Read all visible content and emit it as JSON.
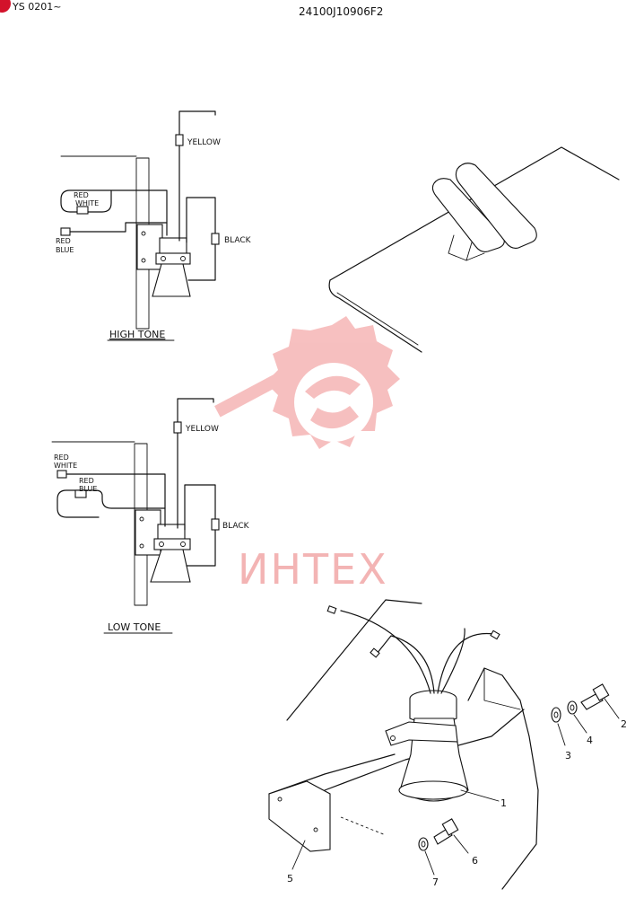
{
  "header": {
    "series_code": "YS 0201~",
    "part_number": "24100J10906F2"
  },
  "high_tone": {
    "title": "HIGH TONE",
    "wire_yellow": "YELLOW",
    "wire_black": "BLACK",
    "wire_red_white": [
      "RED",
      "WHITE"
    ],
    "wire_red_blue": [
      "RED",
      "BLUE"
    ]
  },
  "low_tone": {
    "title": "LOW TONE",
    "wire_yellow": "YELLOW",
    "wire_black": "BLACK",
    "wire_red_white": [
      "RED",
      "WHITE"
    ],
    "wire_red_blue": [
      "RED",
      "BLUE"
    ]
  },
  "part_callouts": [
    "1",
    "2",
    "3",
    "4",
    "5",
    "6",
    "7"
  ],
  "watermark": {
    "text": "ИНТЕХ",
    "color": "#f28c8c"
  }
}
